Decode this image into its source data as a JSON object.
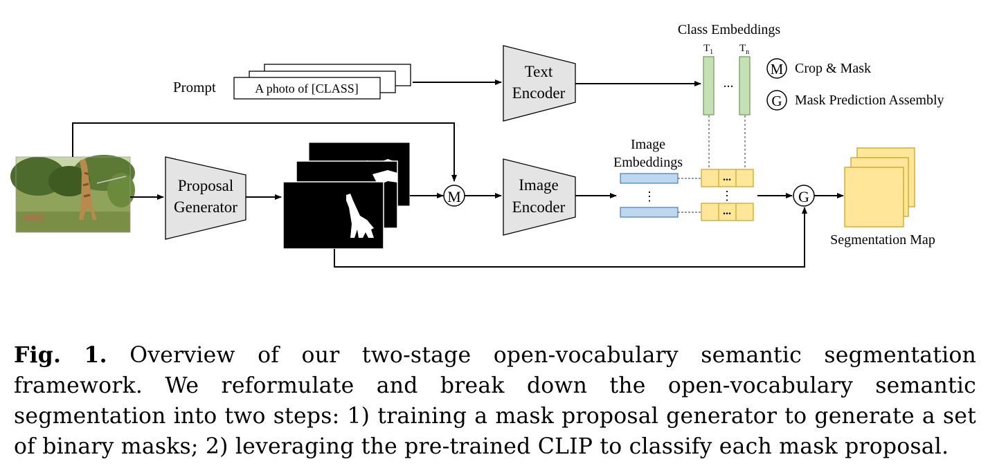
{
  "diagram": {
    "prompt_label": "Prompt",
    "prompt_text": "A photo of [CLASS]",
    "text_encoder": [
      "Text",
      "Encoder"
    ],
    "class_embeddings_title": "Class Embeddings",
    "t1_label": "T",
    "t1_sub": "1",
    "tn_label": "T",
    "tn_sub": "n",
    "ellipsis": "...",
    "vdots": "⋮",
    "legend": [
      {
        "symbol": "M",
        "text": "Crop & Mask"
      },
      {
        "symbol": "G",
        "text": "Mask Prediction Assembly"
      }
    ],
    "proposal_generator": [
      "Proposal",
      "Generator"
    ],
    "image_encoder": [
      "Image",
      "Encoder"
    ],
    "image_embeddings": [
      "Image",
      "Embeddings"
    ],
    "m_symbol": "M",
    "g_symbol": "G",
    "segmentation_map": "Segmentation Map",
    "colors": {
      "encoder_fill": "#e4e4e4",
      "class_emb_fill": "#c5e0b4",
      "class_emb_stroke": "#6a9a50",
      "image_emb_fill": "#bdd7ee",
      "image_emb_stroke": "#4a7bb0",
      "score_fill": "#ffe699",
      "score_stroke": "#c9a227"
    }
  },
  "caption": {
    "label": "Fig. 1.",
    "text": " Overview of our two-stage open-vocabulary semantic segmentation framework. We reformulate and break down the open-vocabulary semantic segmentation into two steps: 1) training a mask proposal generator to generate a set of binary masks; 2) leveraging the pre-trained CLIP to classify each mask proposal."
  }
}
